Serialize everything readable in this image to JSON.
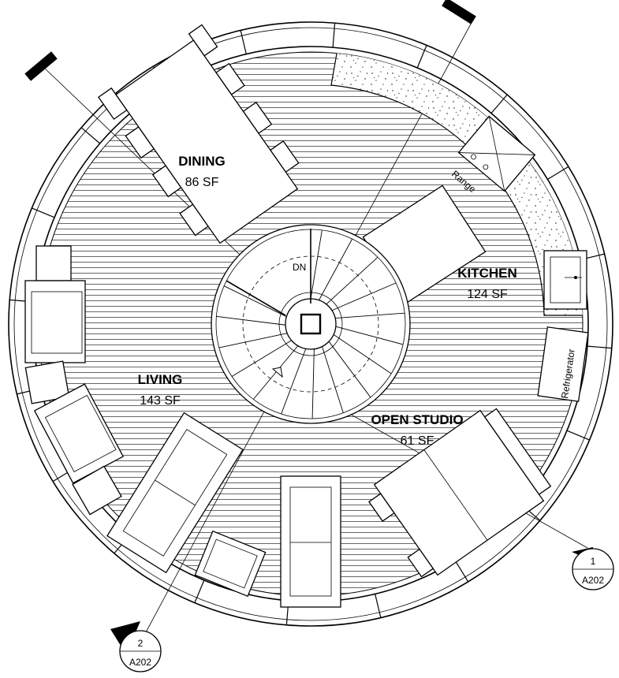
{
  "rooms": {
    "dining": {
      "name": "DINING",
      "area": "86 SF"
    },
    "kitchen": {
      "name": "KITCHEN",
      "area": "124 SF"
    },
    "living": {
      "name": "LIVING",
      "area": "143 SF"
    },
    "open_studio": {
      "name": "OPEN STUDIO",
      "area": "61 SF"
    }
  },
  "labels": {
    "range": "Range",
    "refrigerator": "Refrigerator",
    "stair_down": "DN"
  },
  "section_tags": [
    {
      "number": "1",
      "sheet": "A202"
    },
    {
      "number": "2",
      "sheet": "A202"
    }
  ]
}
